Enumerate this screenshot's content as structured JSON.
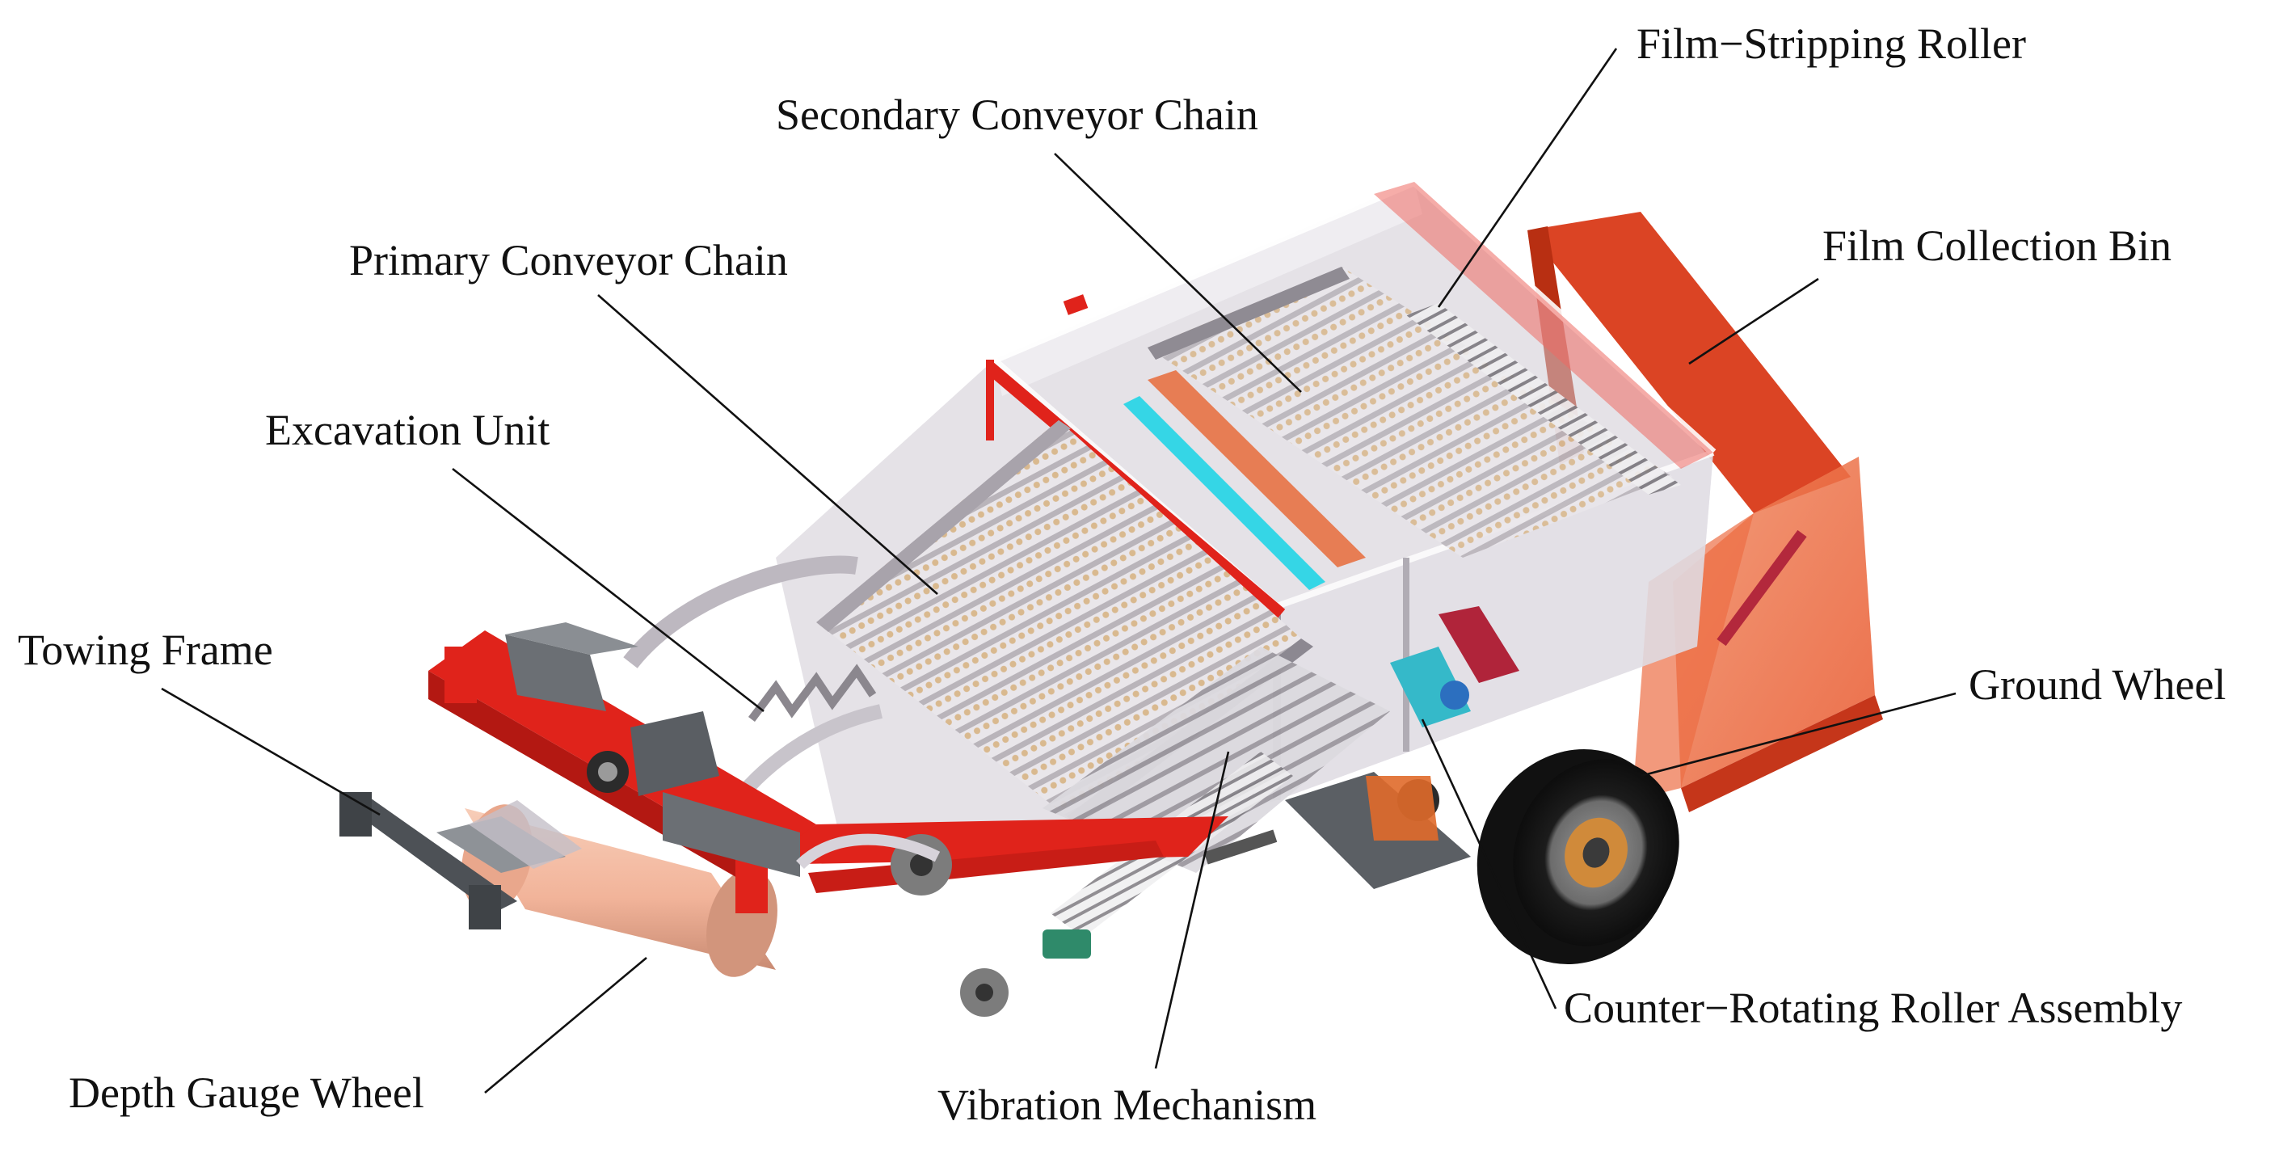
{
  "labels": {
    "film_stripping_roller": "Film−Stripping Roller",
    "secondary_conveyor_chain": "Secondary Conveyor Chain",
    "film_collection_bin": "Film Collection Bin",
    "primary_conveyor_chain": "Primary Conveyor Chain",
    "excavation_unit": "Excavation Unit",
    "towing_frame": "Towing Frame",
    "ground_wheel": "Ground Wheel",
    "counter_rotating_roller_assembly": "Counter−Rotating Roller Assembly",
    "depth_gauge_wheel": "Depth Gauge Wheel",
    "vibration_mechanism": "Vibration Mechanism"
  },
  "colors": {
    "frame_red": "#e0231b",
    "bin_orange": "#e8552a",
    "roller_peach": "#f2b49a",
    "conveyor_tan": "#d9b98f",
    "accent_cyan": "#35d6e6",
    "gearbox_gray": "#6b6f74",
    "wheel_black": "#1c1c1c",
    "panel_gray": "#c9c5cc"
  }
}
